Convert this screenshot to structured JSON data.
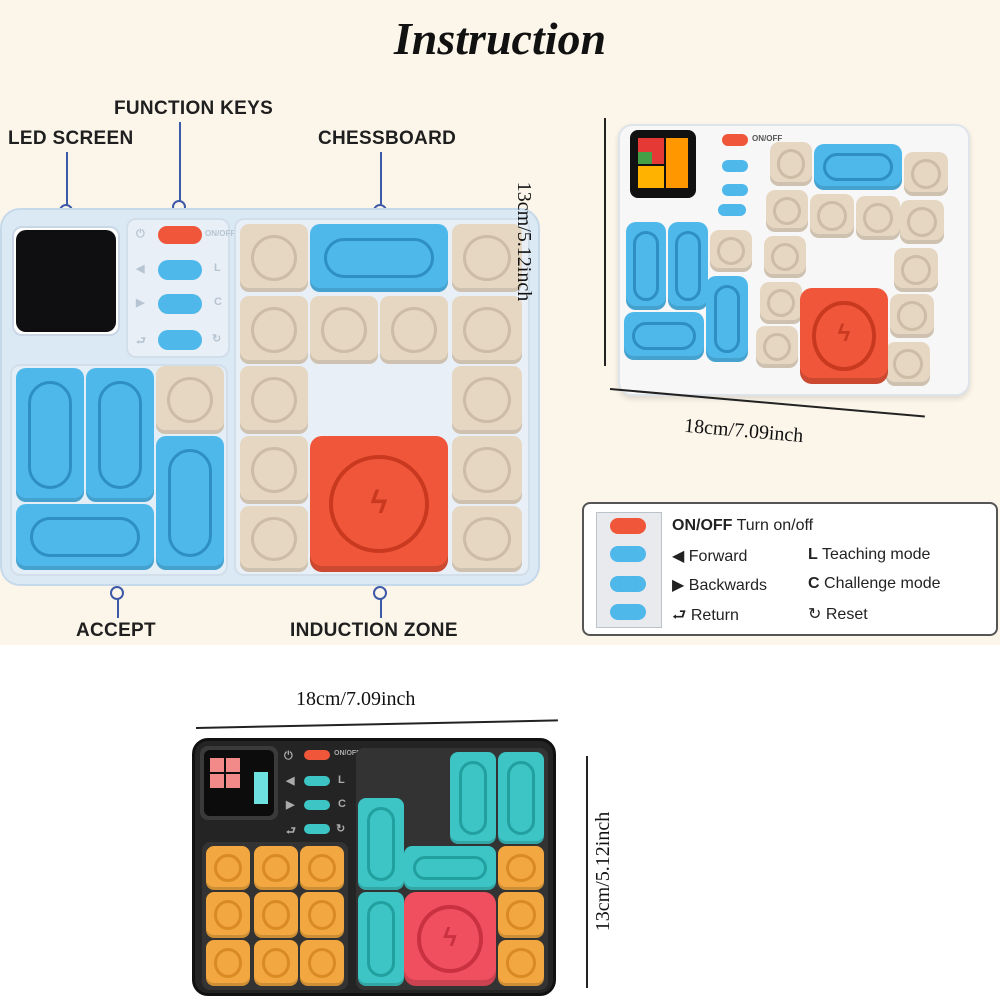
{
  "title": "Instruction",
  "callouts": {
    "led_screen": "LED SCREEN",
    "function_keys": "FUNCTION KEYS",
    "chessboard": "CHESSBOARD",
    "accept": "ACCEPT",
    "induction_zone": "INDUCTION ZONE"
  },
  "dimensions": {
    "right_height": "13cm/5.12inch",
    "right_width": "18cm/7.09inch",
    "bottom_width": "18cm/7.09inch",
    "bottom_height": "13cm/5.12inch"
  },
  "device_labels": {
    "on_off": "ON/OFF",
    "forward_symbol": "◀",
    "backward_symbol": "▶",
    "teach_symbol": "L",
    "challenge_symbol": "C",
    "return_symbol": "⮐",
    "reset_symbol": "↻"
  },
  "legend": {
    "on_off_key": "ON/OFF",
    "on_off_desc": "Turn on/off",
    "forward_symbol": "◀",
    "forward": "Forward",
    "teaching_symbol": "L",
    "teaching": "Teaching mode",
    "backwards_symbol": "▶",
    "backwards": "Backwards",
    "challenge_symbol": "C",
    "challenge": "Challenge mode",
    "return_symbol": "⮐",
    "return": "Return",
    "reset_symbol": "↻",
    "reset": "Reset"
  },
  "colors": {
    "accent_blue": "#4fb8eb",
    "accent_red": "#f0563a",
    "tile_beige": "#e6d7c3",
    "accent_orange": "#f3a740",
    "accent_teal": "#3dc4c4"
  }
}
